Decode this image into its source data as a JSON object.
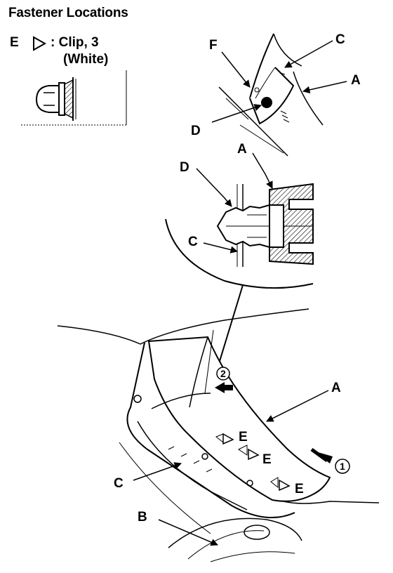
{
  "header": {
    "title": "Fastener Locations"
  },
  "legend": {
    "symbol_letter": "E",
    "symbol_icon": "triangle-outline-icon",
    "clip_text": ": Clip, 3",
    "color_text": "(White)"
  },
  "labels": {
    "a": "A",
    "b": "B",
    "c": "C",
    "d": "D",
    "e": "E",
    "f": "F",
    "step1": "1",
    "step2": "2"
  },
  "colors": {
    "ink": "#000000",
    "paper": "#ffffff"
  }
}
